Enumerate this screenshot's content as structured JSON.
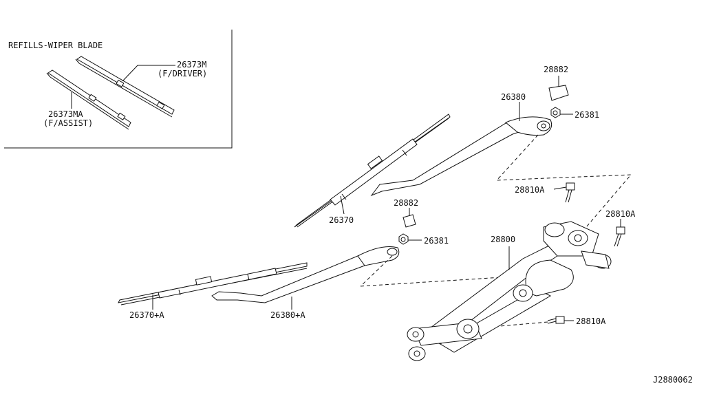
{
  "inset": {
    "title": "REFILLS-WIPER BLADE",
    "driver_part": "26373M",
    "driver_note": "(F/DRIVER)",
    "assist_part": "26373MA",
    "assist_note": "(F/ASSIST)"
  },
  "labels": {
    "l_28882_top": "28882",
    "l_26380": "26380",
    "l_26381_top": "26381",
    "l_28810A_1": "28810A",
    "l_28810A_2": "28810A",
    "l_26370": "26370",
    "l_28882_mid": "28882",
    "l_26381_mid": "26381",
    "l_28800": "28800",
    "l_26370A": "26370+A",
    "l_26380A": "26380+A",
    "l_28810A_3": "28810A"
  },
  "diagram_id": "J2880062",
  "colors": {
    "line": "#111111",
    "background": "#ffffff"
  }
}
